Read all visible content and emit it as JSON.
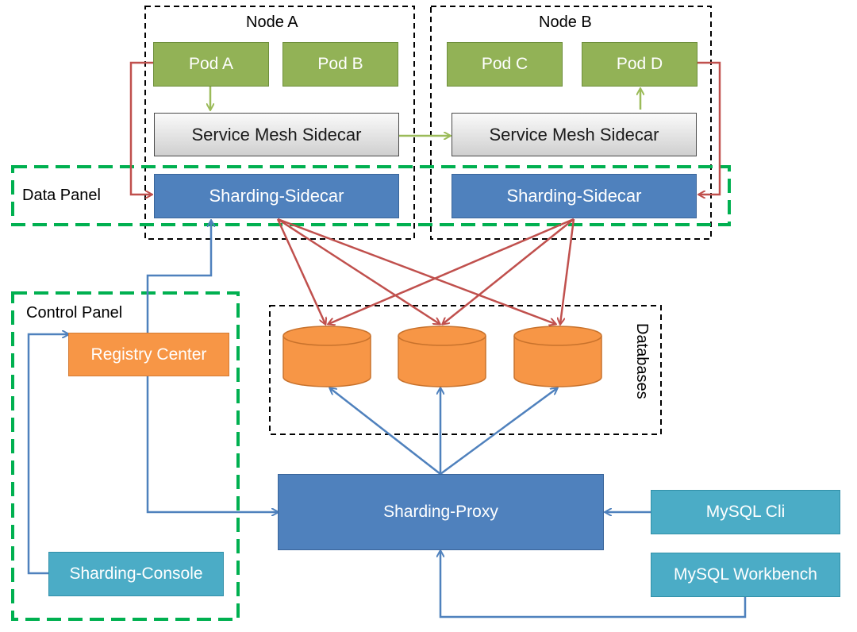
{
  "nodes": {
    "node_a": "Node A",
    "node_b": "Node B"
  },
  "pods": {
    "a": "Pod A",
    "b": "Pod B",
    "c": "Pod C",
    "d": "Pod D"
  },
  "mesh": {
    "left": "Service Mesh Sidecar",
    "right": "Service Mesh Sidecar"
  },
  "sidecar": {
    "left": "Sharding-Sidecar",
    "right": "Sharding-Sidecar"
  },
  "panels": {
    "data": "Data Panel",
    "control": "Control Panel"
  },
  "control": {
    "registry": "Registry Center",
    "console": "Sharding-Console"
  },
  "databases": {
    "label": "Databases",
    "count": 3
  },
  "proxy": "Sharding-Proxy",
  "clients": {
    "cli": "MySQL Cli",
    "workbench": "MySQL Workbench"
  },
  "colors": {
    "pod": "#92b256",
    "sidecar": "#4f81bd",
    "registry": "#f79646",
    "teal": "#4bacc6",
    "database": "#f79646",
    "red_arrow": "#c0504d",
    "blue_arrow": "#4f81bd",
    "green_arrow": "#9bbb59",
    "panel_border": "#00b050"
  }
}
